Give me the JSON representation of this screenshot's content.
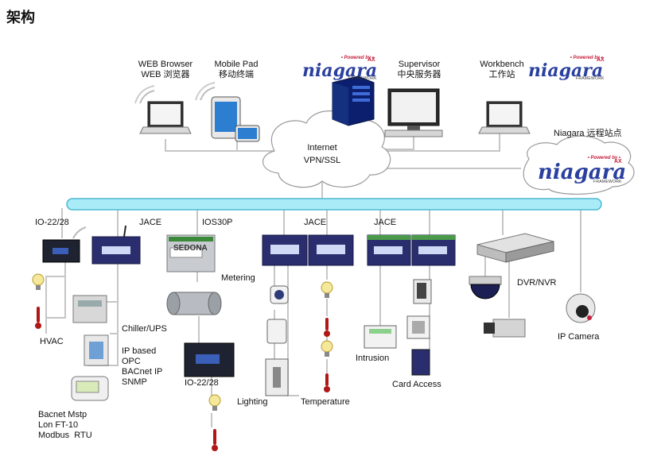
{
  "page": {
    "title": "架构"
  },
  "top": {
    "web_browser": {
      "line1": "WEB Browser",
      "line2": "WEB 浏览器"
    },
    "mobile_pad": {
      "line1": "Mobile Pad",
      "line2": "移动终端"
    },
    "supervisor": {
      "line1": "Supervisor",
      "line2": "中央服务器"
    },
    "workbench": {
      "line1": "Workbench",
      "line2": "工作站"
    },
    "remote_site": "Niagara 远程站点",
    "internet": {
      "line1": "Internet",
      "line2": "VPN/SSL"
    }
  },
  "logo": {
    "powered_by": "• Powered by •",
    "name": "niagara",
    "ax": "AX",
    "framework": "FRAMEWORK"
  },
  "field": {
    "io22_top": "IO-22/28",
    "jace1": "JACE",
    "ios30p": "IOS30P",
    "sedona": "SEDONA",
    "jace2": "JACE",
    "jace3": "JACE",
    "metering": "Metering",
    "dvr": "DVR/NVR",
    "hvac": "HVAC",
    "chiller": "Chiller/UPS",
    "protocols": [
      "IP based",
      "OPC",
      "BACnet IP",
      "SNMP"
    ],
    "io22_bottom": "IO-22/28",
    "lighting": "Lighting",
    "temperature": "Temperature",
    "intrusion": "Intrusion",
    "card_access": "Card Access",
    "ip_camera": "IP Camera",
    "serial": [
      "Bacnet Mstp",
      "Lon FT-10",
      "Modbus  RTU"
    ]
  },
  "colors": {
    "bus": "#a9ecf7",
    "bus_border": "#4fb9d2",
    "line": "#c6c6c6",
    "device": "#2b2e6e",
    "logo_blue": "#2a3f9e",
    "logo_red": "#c41e3a"
  }
}
